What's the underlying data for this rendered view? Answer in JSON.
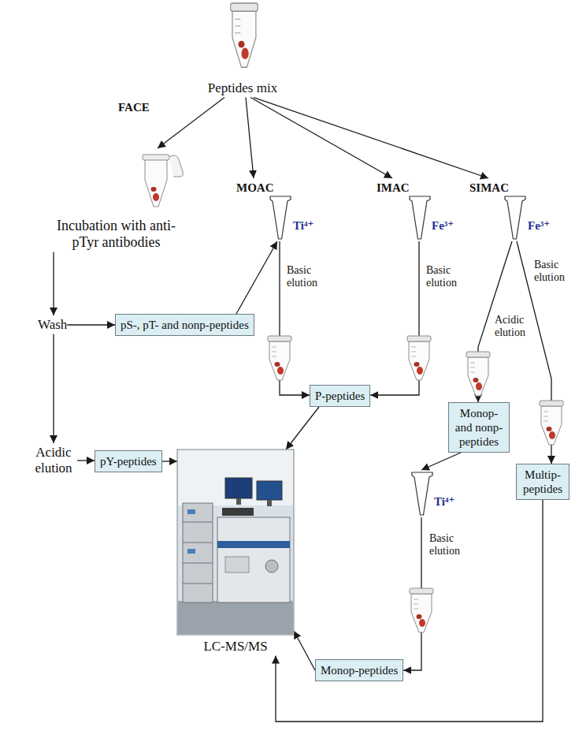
{
  "diagram": {
    "nodes": [
      {
        "text": [
          "Peptides mix"
        ]
      },
      {
        "text": [
          "Incubation with anti-pTyr antibodies"
        ]
      },
      {
        "text": [
          "Wash"
        ]
      },
      {
        "text": [
          "Acidic elution"
        ]
      },
      {
        "text": [
          "pS-, pT- and nonp-peptides"
        ]
      },
      {
        "text": [
          "pY-peptides"
        ]
      },
      {
        "text": [
          "MOAC",
          "Ti⁴⁺"
        ]
      },
      {
        "text": [
          "IMAC",
          "Fe³⁺"
        ]
      },
      {
        "text": [
          "SIMAC",
          "Fe³⁺"
        ]
      },
      {
        "text": [
          "P-peptides"
        ]
      },
      {
        "text": [
          "Monop- and nonp-peptides"
        ]
      },
      {
        "text": [
          "Ti⁴⁺"
        ]
      },
      {
        "text": [
          "Monop-peptides"
        ]
      },
      {
        "text": [
          "Multip-peptides"
        ]
      },
      {
        "text": [
          "LC-MS/MS"
        ]
      }
    ],
    "edges": [
      {
        "from": 0,
        "to": 1,
        "arrow": "to",
        "label": "FACE"
      },
      {
        "from": 0,
        "to": 6,
        "arrow": "to"
      },
      {
        "from": 0,
        "to": 7,
        "arrow": "to"
      },
      {
        "from": 0,
        "to": 8,
        "arrow": "to"
      },
      {
        "from": 1,
        "to": 2,
        "arrow": "to"
      },
      {
        "from": 2,
        "to": 4,
        "arrow": "to"
      },
      {
        "from": 2,
        "to": 3,
        "arrow": "to"
      },
      {
        "from": 3,
        "to": 5,
        "arrow": "to"
      },
      {
        "from": 4,
        "to": 6,
        "arrow": "to"
      },
      {
        "from": 5,
        "to": 14,
        "arrow": "to"
      },
      {
        "from": 6,
        "to": 9,
        "arrow": "to",
        "label": "Basic elution"
      },
      {
        "from": 7,
        "to": 9,
        "arrow": "to",
        "label": "Basic elution"
      },
      {
        "from": 9,
        "to": 14,
        "arrow": "to"
      },
      {
        "from": 8,
        "to": 10,
        "arrow": "to",
        "label": "Acidic elution"
      },
      {
        "from": 8,
        "to": 13,
        "arrow": "to",
        "label": "Basic elution"
      },
      {
        "from": 10,
        "to": 11,
        "arrow": "to"
      },
      {
        "from": 11,
        "to": 12,
        "arrow": "to",
        "label": "Basic elution"
      },
      {
        "from": 12,
        "to": 14,
        "arrow": "to"
      },
      {
        "from": 13,
        "to": 14,
        "arrow": "to"
      }
    ]
  }
}
